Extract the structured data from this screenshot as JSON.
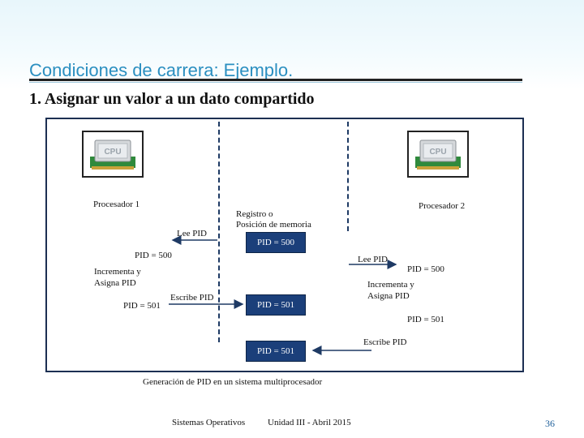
{
  "slide": {
    "title": "Condiciones de carrera: Ejemplo.",
    "subtitle": "1. Asignar un valor a un dato compartido"
  },
  "diagram": {
    "cpu_icon_label": "CPU",
    "processor1": {
      "label": "Procesador 1",
      "lee_pid": "Lee PID",
      "pid_read": "PID = 500",
      "increment": "Incrementa y",
      "assign": "Asigna PID",
      "escribe_pid": "Escribe PID",
      "pid_after": "PID = 501"
    },
    "processor2": {
      "label": "Procesador 2",
      "lee_pid": "Lee PID",
      "pid_read": "PID = 500",
      "increment": "Incrementa y",
      "assign": "Asigna PID",
      "pid_after": "PID = 501",
      "escribe_pid": "Escribe PID"
    },
    "memory": {
      "label_line1": "Registro o",
      "label_line2": "Posición de memoria",
      "value1": "PID = 500",
      "value2": "PID = 501",
      "value3": "PID = 501"
    },
    "caption": "Generación de PID en un sistema multiprocesador"
  },
  "footer": {
    "course": "Sistemas Operativos",
    "unit": "Unidad III -  Abril 2015",
    "page": "36"
  },
  "colors": {
    "title": "#2b8fc0",
    "box": "#1b3f7a",
    "frame": "#1c2f52"
  }
}
